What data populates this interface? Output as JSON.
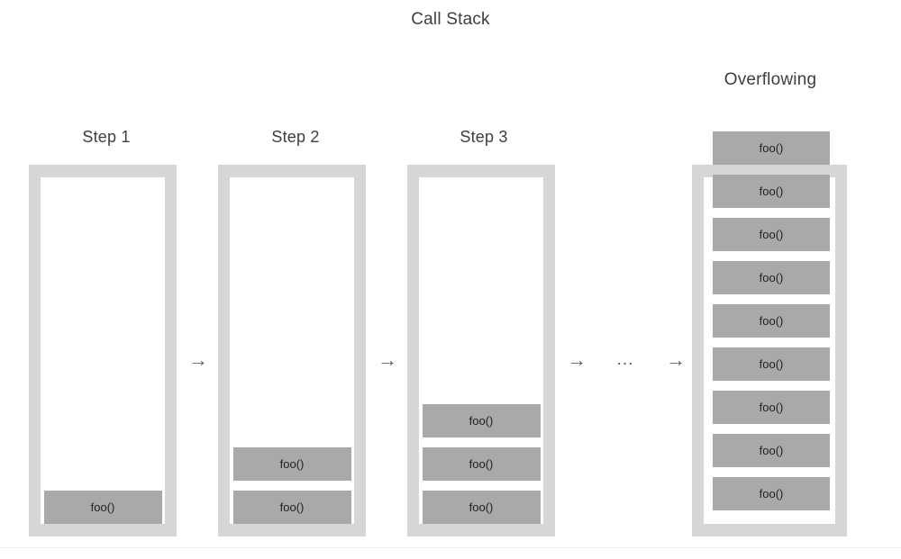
{
  "diagram": {
    "title": "Call Stack",
    "overflow_title": "Overflowing",
    "frame_label": "foo()",
    "arrow_glyph": "→",
    "ellipsis_glyph": "…",
    "colors": {
      "background": "#ffffff",
      "container_border": "#d6d6d6",
      "container_fill": "#ffffff",
      "frame_fill": "#a9a9a9",
      "frame_text": "#1f1f1f",
      "title_text": "#3c4043",
      "arrow": "#5f6368"
    },
    "steps": [
      {
        "label": "Step 1",
        "frame_count": 1,
        "frames": [
          "foo()"
        ]
      },
      {
        "label": "Step 2",
        "frame_count": 2,
        "frames": [
          "foo()",
          "foo()"
        ]
      },
      {
        "label": "Step 3",
        "frame_count": 3,
        "frames": [
          "foo()",
          "foo()",
          "foo()"
        ]
      }
    ],
    "overflow_step": {
      "label": "Overflowing",
      "frame_count": 9,
      "frames": [
        "foo()",
        "foo()",
        "foo()",
        "foo()",
        "foo()",
        "foo()",
        "foo()",
        "foo()",
        "foo()"
      ],
      "overflows_above_container": true,
      "overflowing_frame_count": 1
    },
    "connectors": [
      {
        "glyph": "→",
        "between": [
          "Step 1",
          "Step 2"
        ]
      },
      {
        "glyph": "→",
        "between": [
          "Step 2",
          "Step 3"
        ]
      },
      {
        "glyph": "→",
        "between": [
          "Step 3",
          "…"
        ]
      },
      {
        "glyph": "…",
        "between": [
          "Step 3",
          "Overflowing"
        ]
      },
      {
        "glyph": "→",
        "between": [
          "…",
          "Overflowing"
        ]
      }
    ]
  }
}
